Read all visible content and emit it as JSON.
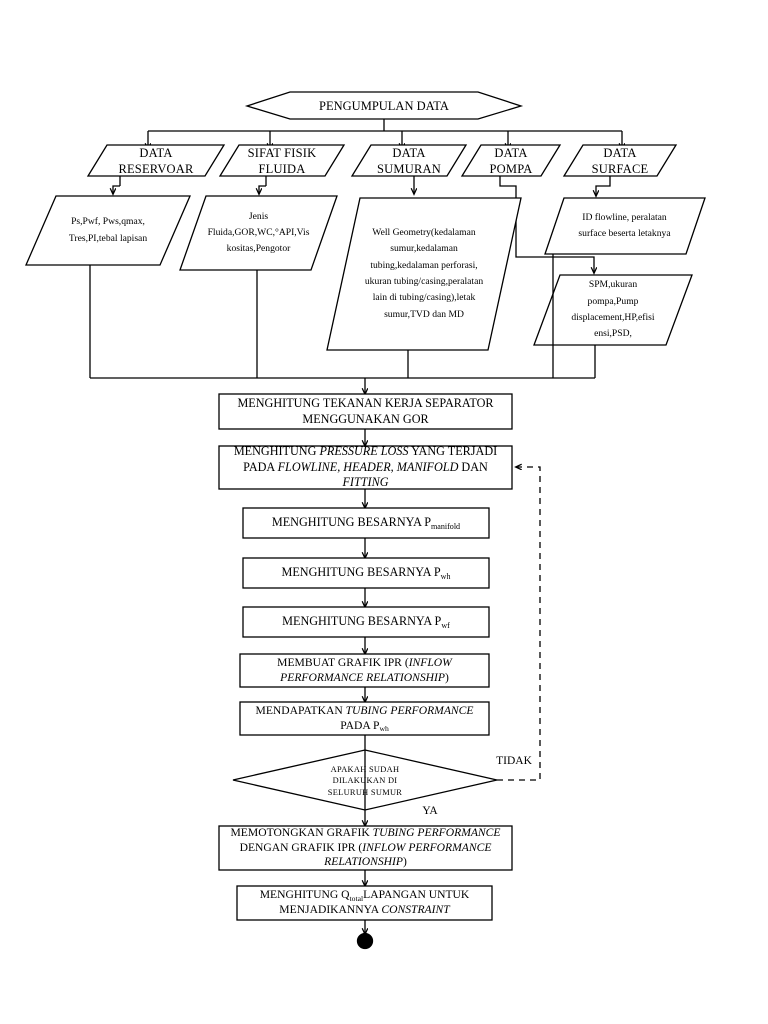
{
  "diagram": {
    "title": "PENGUMPULAN DATA",
    "type": "flowchart",
    "language": "id",
    "colors": {
      "stroke": "#000000",
      "fill": "#ffffff",
      "text": "#000000"
    },
    "start": {
      "label": "PENGUMPULAN DATA",
      "shape": "hexagon"
    },
    "categories": [
      {
        "id": "reservoar",
        "line1": "DATA",
        "line2": "RESERVOAR",
        "shape": "parallelogram"
      },
      {
        "id": "sifat-fisik-fluida",
        "line1": "SIFAT FISIK",
        "line2": "FLUIDA",
        "shape": "parallelogram"
      },
      {
        "id": "sumuran",
        "line1": "DATA",
        "line2": "SUMURAN",
        "shape": "parallelogram"
      },
      {
        "id": "pompa",
        "line1": "DATA",
        "line2": "POMPA",
        "shape": "parallelogram"
      },
      {
        "id": "surface",
        "line1": "DATA",
        "line2": "SURFACE",
        "shape": "parallelogram"
      }
    ],
    "details": [
      {
        "id": "detail-reservoar",
        "shape": "parallelogram",
        "lines": [
          "Ps,Pwf, Pws,qmax,",
          "Tres,PI,tebal lapisan"
        ]
      },
      {
        "id": "detail-fluida",
        "shape": "parallelogram",
        "lines": [
          "Jenis",
          "Fluida,GOR,WC,°API,Vis",
          "kositas,Pengotor"
        ]
      },
      {
        "id": "detail-sumuran",
        "shape": "parallelogram",
        "lines": [
          "Well Geometry(kedalaman",
          "sumur,kedalaman",
          "tubing,kedalaman perforasi,",
          "ukuran tubing/casing,peralatan",
          "lain di tubing/casing),letak",
          "sumur,TVD dan MD"
        ]
      },
      {
        "id": "detail-surface",
        "shape": "parallelogram",
        "lines": [
          "ID flowline, peralatan",
          "surface beserta letaknya"
        ]
      },
      {
        "id": "detail-pompa",
        "shape": "parallelogram",
        "lines": [
          "SPM,ukuran",
          "pompa,Pump",
          "displacement,HP,efisi",
          "ensi,PSD,"
        ]
      }
    ],
    "steps": [
      {
        "id": "step-separator",
        "shape": "rectangle",
        "lines": [
          "MENGHITUNG TEKANAN KERJA SEPARATOR",
          "MENGGUNAKAN GOR"
        ]
      },
      {
        "id": "step-pressure-loss",
        "shape": "rectangle",
        "html": "MENGHITUNG <i>PRESSURE LOSS</i> YANG TERJADI<br>PADA <i>FLOWLINE, HEADER, MANIFOLD</i> DAN<br><i>FITTING</i>"
      },
      {
        "id": "step-p-manifold",
        "shape": "rectangle",
        "html": "MENGHITUNG BESARNYA P<sub>manifold</sub>"
      },
      {
        "id": "step-p-wh",
        "shape": "rectangle",
        "html": "MENGHITUNG BESARNYA P<sub>wh</sub>"
      },
      {
        "id": "step-p-wf",
        "shape": "rectangle",
        "html": "MENGHITUNG BESARNYA P<sub>wf</sub>"
      },
      {
        "id": "step-grafik-ipr",
        "shape": "rectangle",
        "html": "MEMBUAT GRAFIK IPR (<i>INFLOW<br>PERFORMANCE RELATIONSHIP</i>)"
      },
      {
        "id": "step-tubing-performance",
        "shape": "rectangle",
        "html": "MENDAPATKAN <i>TUBING PERFORMANCE</i><br>PADA P<sub>wh</sub>"
      },
      {
        "id": "step-memotongkan",
        "shape": "rectangle",
        "html": "MEMOTONGKAN GRAFIK <i>TUBING PERFORMANCE</i><br>DENGAN GRAFIK IPR (<i>INFLOW PERFORMANCE<br>RELATIONSHIP</i>)"
      },
      {
        "id": "step-q-total",
        "shape": "rectangle",
        "html": "MENGHITUNG Q<sub>total</sub>LAPANGAN UNTUK<br>MENJADIKANNYA <i>CONSTRAINT</i>"
      }
    ],
    "decision": {
      "id": "decision-seluruh-sumur",
      "shape": "diamond",
      "lines": [
        "APAKAH SUDAH",
        "DILAKUKAN DI",
        "SELURUH SUMUR"
      ],
      "branch_no": "TIDAK",
      "branch_yes": "YA"
    },
    "end": {
      "shape": "filled-circle",
      "label": ""
    }
  }
}
